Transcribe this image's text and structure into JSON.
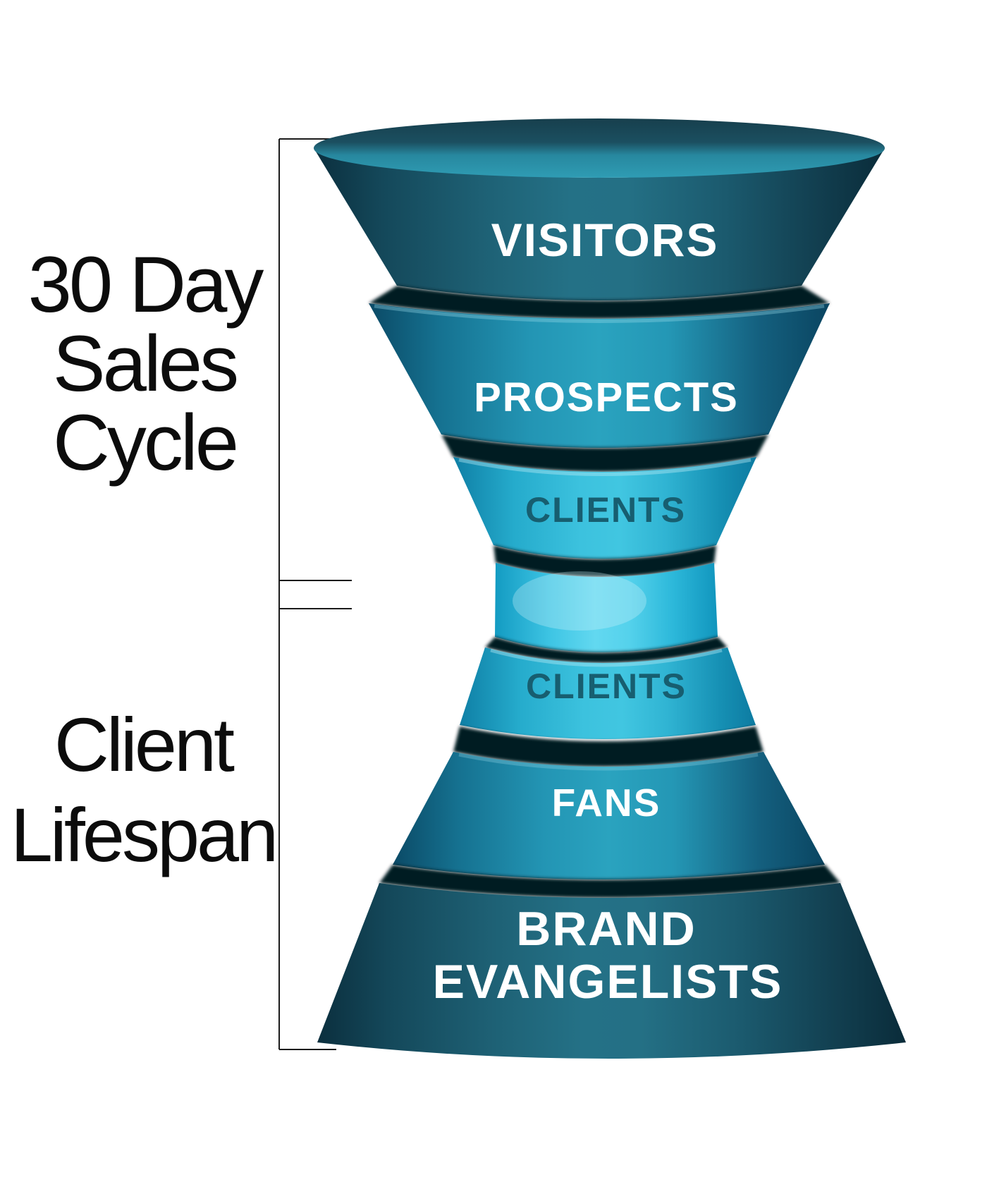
{
  "diagram": {
    "type": "hourglass-sales-funnel",
    "background": "#ffffff",
    "bracket_color": "#1b1b1b",
    "annotations": {
      "sales_cycle": {
        "lines": [
          "30 Day",
          "Sales",
          "Cycle"
        ]
      },
      "client_lifespan": {
        "lines": [
          "Client",
          "Lifespan"
        ]
      }
    },
    "funnel_segments": [
      {
        "name": "visitors",
        "label": "VISITORS",
        "label_color": "#ffffff",
        "fill": "#1d6375"
      },
      {
        "name": "prospects",
        "label": "PROSPECTS",
        "label_color": "#ffffff",
        "fill": "#2496b4"
      },
      {
        "name": "clients-upper",
        "label": "CLIENTS",
        "label_color": "#175e70",
        "fill": "#35bcd9"
      },
      {
        "name": "neck",
        "label": "",
        "label_color": "",
        "fill": "#49cfe9"
      },
      {
        "name": "clients-lower",
        "label": "CLIENTS",
        "label_color": "#175e70",
        "fill": "#30b2d1"
      },
      {
        "name": "fans",
        "label": "FANS",
        "label_color": "#ffffff",
        "fill": "#2093b1"
      },
      {
        "name": "brand-evangelists",
        "label": "BRAND EVANGELISTS",
        "label_lines": [
          "BRAND",
          "EVANGELISTS"
        ],
        "label_color": "#ffffff",
        "fill": "#1d6073"
      }
    ]
  }
}
